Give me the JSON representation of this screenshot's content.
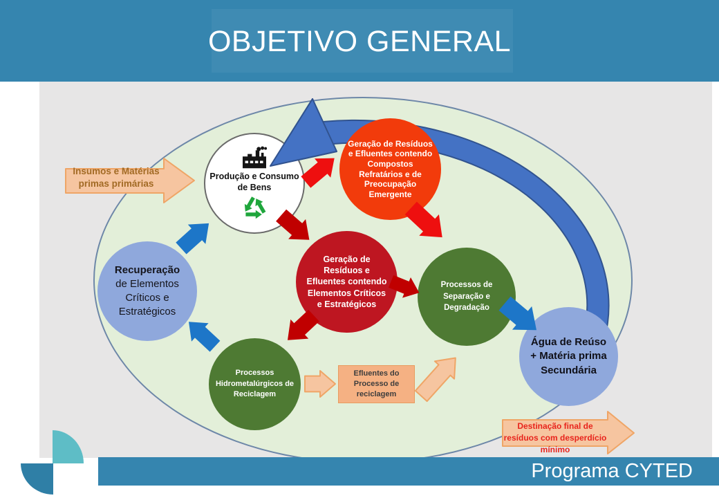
{
  "slide": {
    "title": "OBJETIVO GENERAL",
    "footer": "Programa CYTED"
  },
  "colors": {
    "banner": "#3585AF",
    "panel": "#E7E6E6",
    "ellipse_fill": "#E3EFD9",
    "ellipse_border": "#6D87A8",
    "orange_circle": "#F23B0B",
    "dark_red": "#BE1621",
    "green": "#4E7A33",
    "light_blue": "#8FA8DC",
    "bright_red_arrow": "#EE0F0F",
    "dark_red_arrow": "#C00000",
    "blue_arrow": "#1D76C8",
    "big_arrow_fill": "#4472C4",
    "big_arrow_stroke": "#31538F",
    "peach_fill": "#F6C5A0",
    "peach_border": "#EFA566",
    "peach_box": "#F5B183",
    "logo_light": "#5EBDC6",
    "logo_dark": "#2F7FA6",
    "input_text": "#A26A24",
    "disposal_text": "#E8241C",
    "recycle_green": "#1FA63C",
    "factory_black": "#151515"
  },
  "diagram": {
    "input_arrow": "Insumos e Matérias primas primárias",
    "production": "Produção e Consumo de Bens",
    "waste_emerging": "Geração de Resíduos e Efluentes contendo Compostos Refratários e de Preocupação Emergente",
    "waste_critical": "Geração de Resíduos e Efluentes contendo Elementos Críticos e Estratégicos",
    "separation": "Processos de Separação e Degradação",
    "water_reuse": "Água de Reúso + Matéria prima Secundária",
    "recovery_title": "Recuperação",
    "recovery_body": "de Elementos Críticos e Estratégicos",
    "hydromet": "Processos Hidrometalúrgicos de Reciclagem",
    "effluents": "Efluentes do Processo de reciclagem",
    "disposal": "Destinação final de resíduos com desperdício mínimo"
  }
}
